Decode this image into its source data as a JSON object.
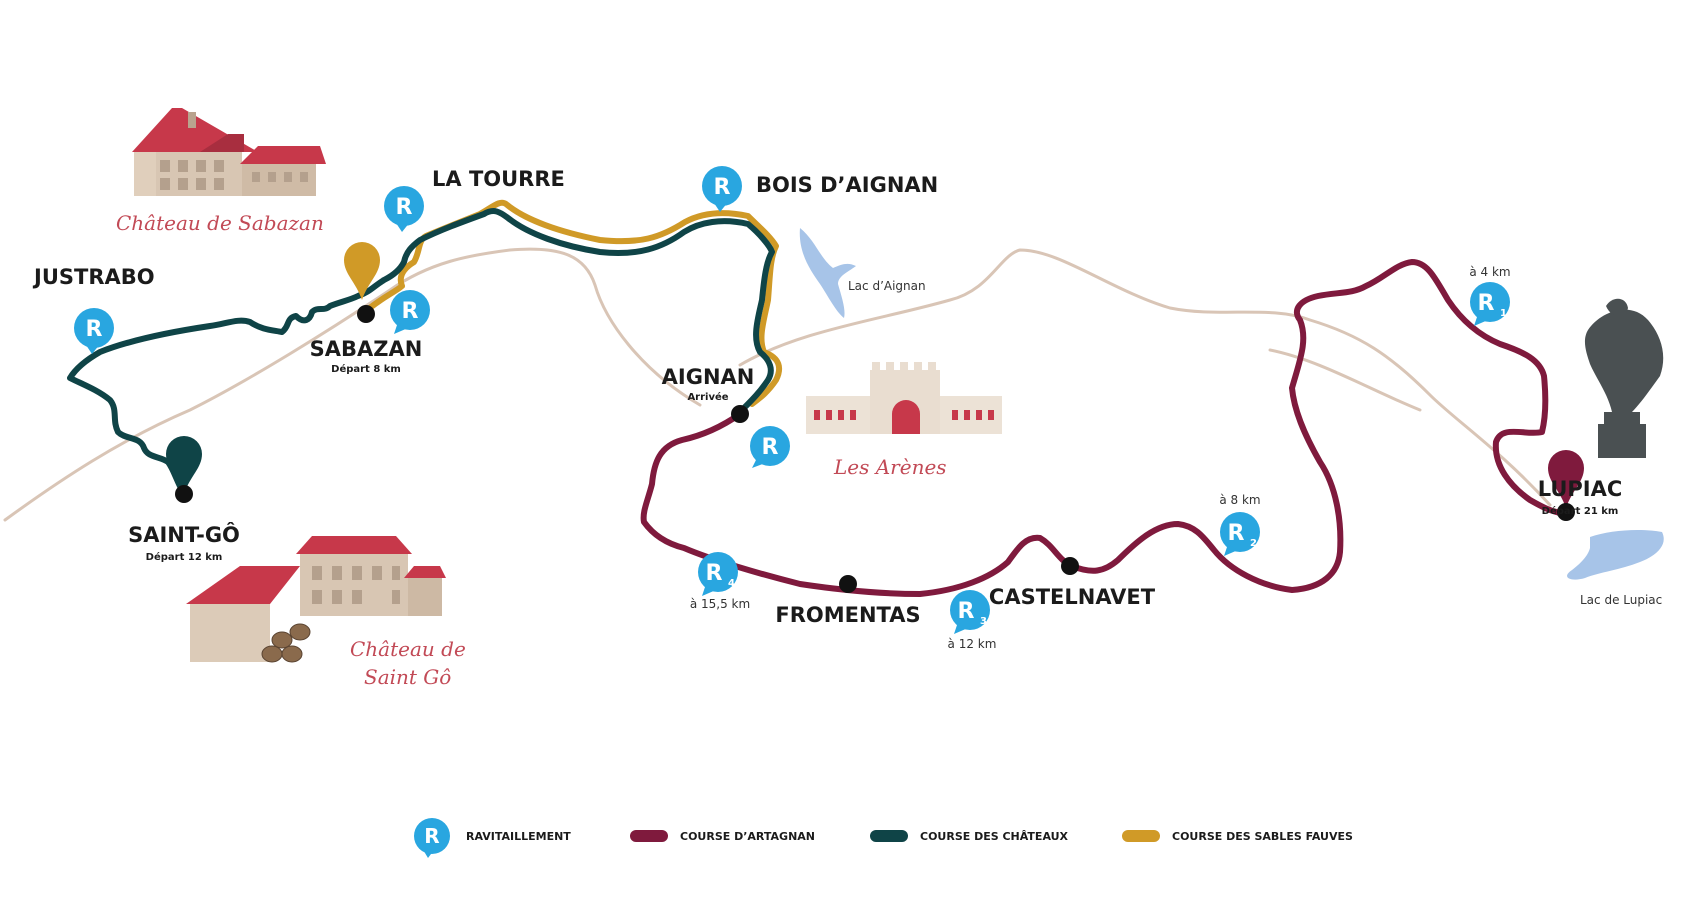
{
  "colors": {
    "artagnan": "#7f1a3d",
    "chateaux": "#0f4447",
    "sables": "#d09a27",
    "road": "#d9c5b6",
    "refuel": "#29a6e0",
    "lake": "#a7c4e8",
    "script": "#c24a56"
  },
  "places": {
    "justrabo": "JUSTRABO",
    "saint_go": "SAINT-GÔ",
    "saint_go_sub": "Départ 12 km",
    "sabazan": "SABAZAN",
    "sabazan_sub": "Départ 8 km",
    "la_tourre": "LA TOURRE",
    "bois_aignan": "BOIS D’AIGNAN",
    "aignan": "AIGNAN",
    "aignan_sub": "Arrivée",
    "fromentas": "FROMENTAS",
    "castelnavet": "CASTELNAVET",
    "lupiac": "LUPIAC",
    "lupiac_sub": "Départ 21 km"
  },
  "landmarks": {
    "chateau_sabazan": "Château de Sabazan",
    "chateau_saint_go_1": "Château de",
    "chateau_saint_go_2": "Saint Gô",
    "arenes": "Les Arènes",
    "lac_aignan": "Lac d’Aignan",
    "lac_lupiac": "Lac de Lupiac"
  },
  "refuel": {
    "letter": "R",
    "r1_num": "1",
    "r2_num": "2",
    "r3_num": "3",
    "r4_num": "4",
    "r1_dist": "à 4 km",
    "r2_dist": "à 8 km",
    "r3_dist": "à 12 km",
    "r4_dist": "à 15,5 km"
  },
  "legend": {
    "ravitaillement": "RAVITAILLEMENT",
    "artagnan": "COURSE D’ARTAGNAN",
    "chateaux": "COURSE DES CHÂTEAUX",
    "sables": "COURSE DES SABLES FAUVES"
  }
}
